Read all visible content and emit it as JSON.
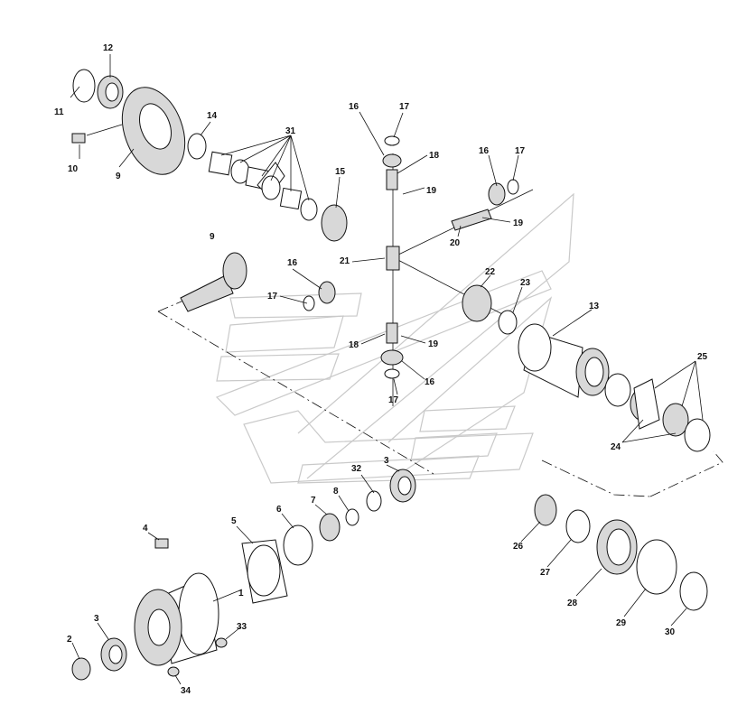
{
  "callouts": [
    {
      "id": "c1",
      "text": "1"
    },
    {
      "id": "c2",
      "text": "2"
    },
    {
      "id": "c3a",
      "text": "3"
    },
    {
      "id": "c3b",
      "text": "3"
    },
    {
      "id": "c4",
      "text": "4"
    },
    {
      "id": "c5",
      "text": "5"
    },
    {
      "id": "c6",
      "text": "6"
    },
    {
      "id": "c7",
      "text": "7"
    },
    {
      "id": "c8",
      "text": "8"
    },
    {
      "id": "c9a",
      "text": "9"
    },
    {
      "id": "c9b",
      "text": "9"
    },
    {
      "id": "c10",
      "text": "10"
    },
    {
      "id": "c11",
      "text": "11"
    },
    {
      "id": "c12",
      "text": "12"
    },
    {
      "id": "c13",
      "text": "13"
    },
    {
      "id": "c14",
      "text": "14"
    },
    {
      "id": "c15",
      "text": "15"
    },
    {
      "id": "c16a",
      "text": "16"
    },
    {
      "id": "c16b",
      "text": "16"
    },
    {
      "id": "c16c",
      "text": "16"
    },
    {
      "id": "c16d",
      "text": "16"
    },
    {
      "id": "c17a",
      "text": "17"
    },
    {
      "id": "c17b",
      "text": "17"
    },
    {
      "id": "c17c",
      "text": "17"
    },
    {
      "id": "c17d",
      "text": "17"
    },
    {
      "id": "c18a",
      "text": "18"
    },
    {
      "id": "c18b",
      "text": "18"
    },
    {
      "id": "c19a",
      "text": "19"
    },
    {
      "id": "c19b",
      "text": "19"
    },
    {
      "id": "c19c",
      "text": "19"
    },
    {
      "id": "c20",
      "text": "20"
    },
    {
      "id": "c21",
      "text": "21"
    },
    {
      "id": "c22",
      "text": "22"
    },
    {
      "id": "c23",
      "text": "23"
    },
    {
      "id": "c24",
      "text": "24"
    },
    {
      "id": "c25",
      "text": "25"
    },
    {
      "id": "c26",
      "text": "26"
    },
    {
      "id": "c27",
      "text": "27"
    },
    {
      "id": "c28",
      "text": "28"
    },
    {
      "id": "c29",
      "text": "29"
    },
    {
      "id": "c30",
      "text": "30"
    },
    {
      "id": "c31",
      "text": "31"
    },
    {
      "id": "c32",
      "text": "32"
    },
    {
      "id": "c33",
      "text": "33"
    },
    {
      "id": "c34",
      "text": "34"
    }
  ]
}
